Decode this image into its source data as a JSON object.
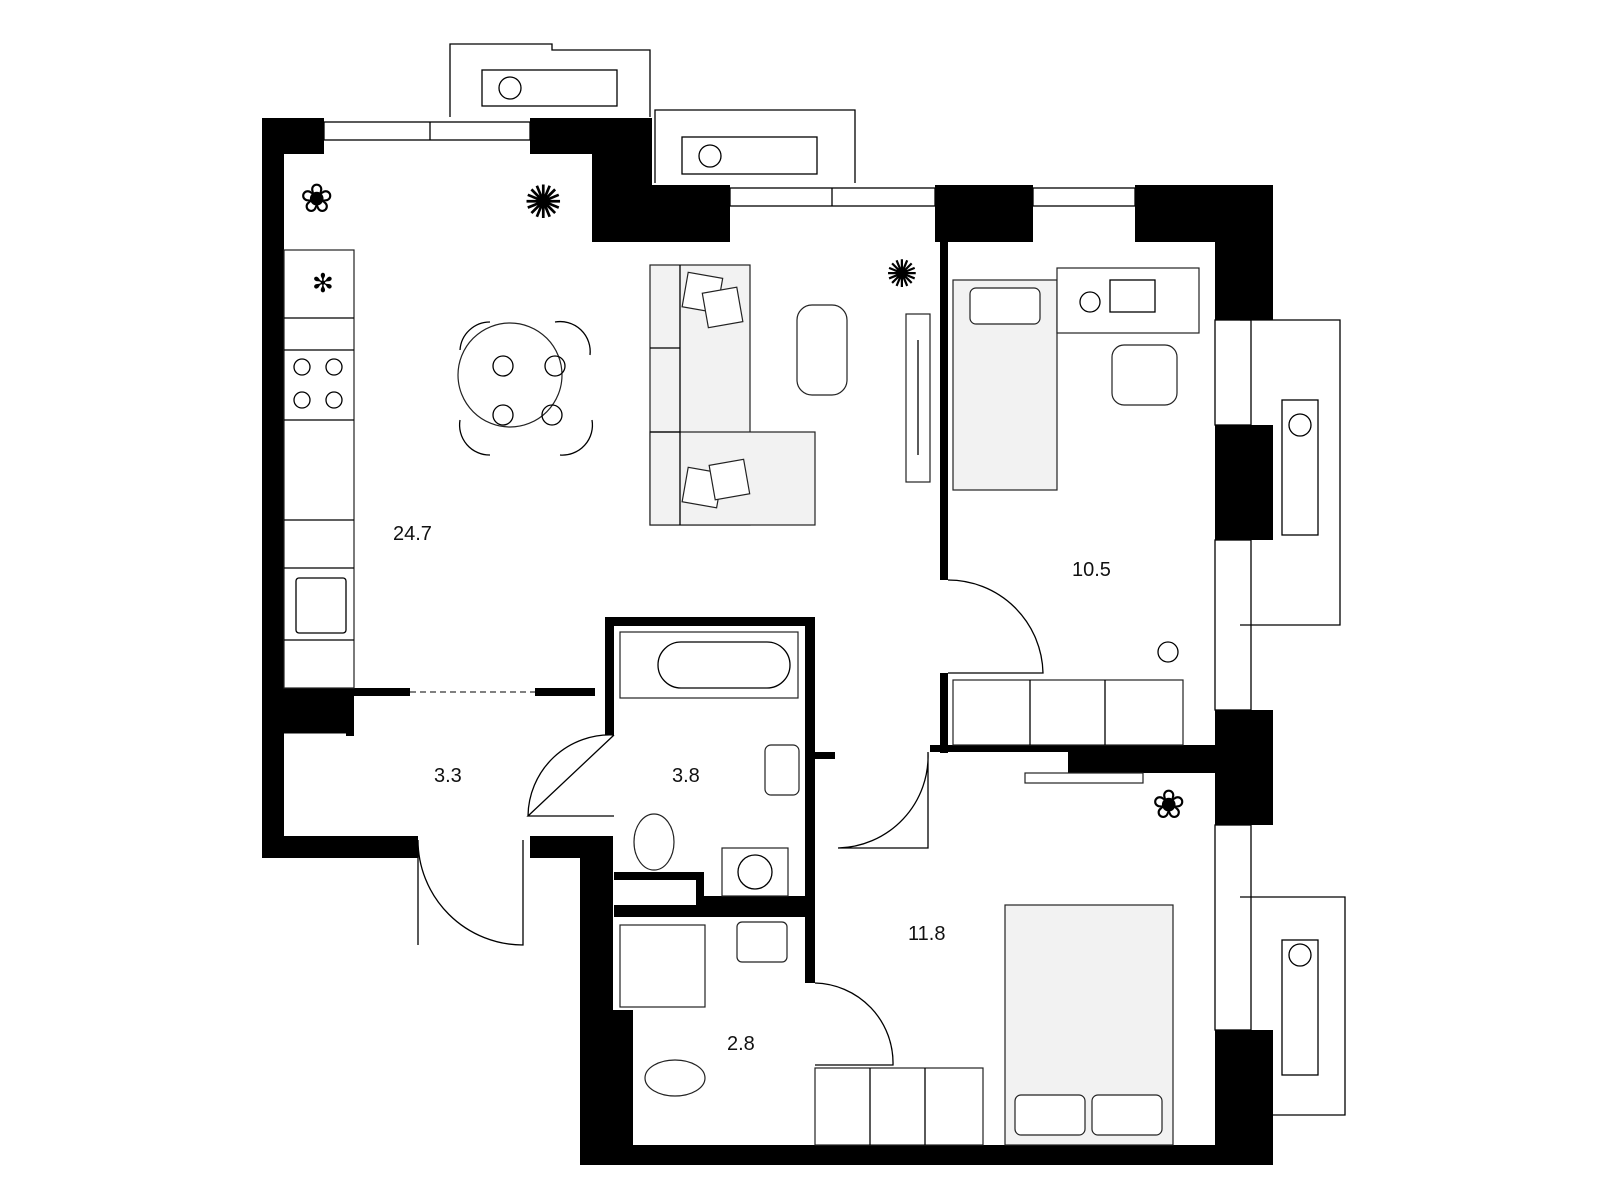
{
  "plan": {
    "rooms": [
      {
        "name": "living-kitchen",
        "area": "24.7"
      },
      {
        "name": "bedroom-small",
        "area": "10.5"
      },
      {
        "name": "hallway",
        "area": "3.3"
      },
      {
        "name": "bathroom",
        "area": "3.8"
      },
      {
        "name": "bedroom-large",
        "area": "11.8"
      },
      {
        "name": "shower-room",
        "area": "2.8"
      }
    ],
    "colors": {
      "wall": "#000000",
      "background": "#ffffff"
    }
  }
}
